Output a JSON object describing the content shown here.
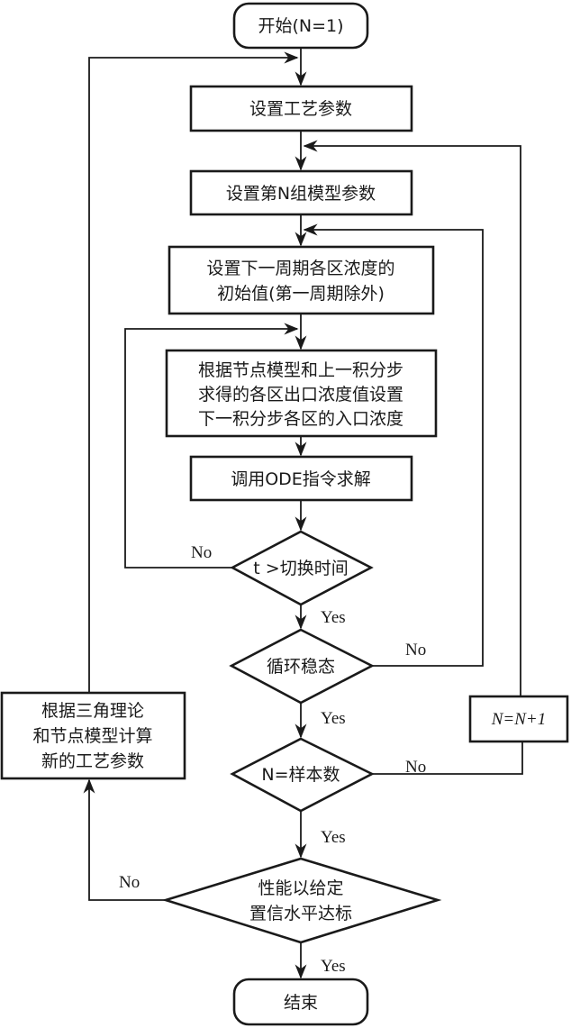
{
  "diagram": {
    "type": "flowchart",
    "nodes": {
      "start": "开始(N=1)",
      "set_process_params": "设置工艺参数",
      "set_model_params": "设置第N组模型参数",
      "set_initial_values": [
        "设置下一周期各区浓度的",
        "初始值(第一周期除外)"
      ],
      "set_inlet_conc": [
        "根据节点模型和上一积分步",
        "求得的各区出口浓度值设置",
        "下一积分步各区的入口浓度"
      ],
      "call_ode": "调用ODE指令求解",
      "t_gt_switch": "t >切换时间",
      "cycle_steady": "循环稳态",
      "n_eq_samples": "N=样本数",
      "performance_ok": [
        "性能以给定",
        "置信水平达标"
      ],
      "recalc_params": [
        "根据三角理论",
        "和节点模型计算",
        "新的工艺参数"
      ],
      "increment_n": "N=N+1",
      "end": "结束"
    },
    "edge_labels": {
      "t_no": "No",
      "t_yes": "Yes",
      "steady_no": "No",
      "steady_yes": "Yes",
      "n_no": "No",
      "n_yes": "Yes",
      "perf_no": "No",
      "perf_yes": "Yes"
    }
  }
}
